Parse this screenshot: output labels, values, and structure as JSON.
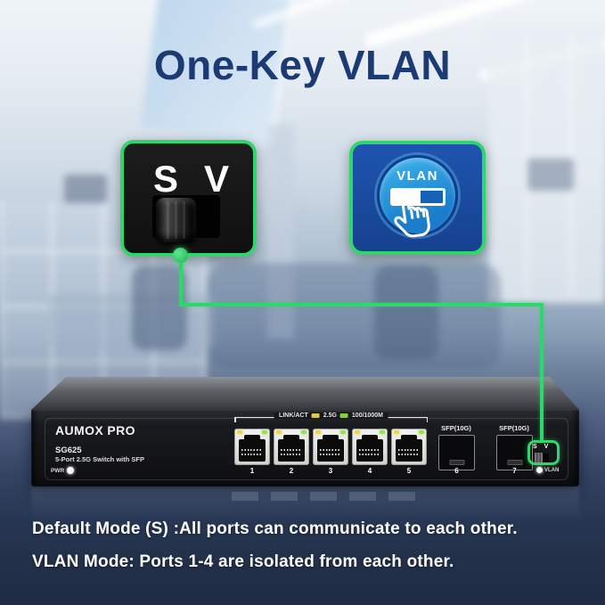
{
  "title": "One-Key VLAN",
  "colors": {
    "title": "#1c3a73",
    "accent_green": "#2fd669",
    "badge_blue": "#1e55b0",
    "circle_blue": "#2aa4e2",
    "panel_black": "#131417"
  },
  "callouts": {
    "mode_switch": {
      "left_label": "S",
      "right_label": "V"
    },
    "vlan_badge": {
      "label": "VLAN"
    }
  },
  "device": {
    "brand": "AUMOX PRO",
    "model": "SG625",
    "description": "5-Port 2.5G Switch with SFP",
    "pwr_label": "PWR",
    "legend": {
      "link_act": "LINK/ACT",
      "speed_a": "2.5G",
      "speed_b": "100/1000M"
    },
    "rj45_port_numbers": [
      "1",
      "2",
      "3",
      "4",
      "5"
    ],
    "sfp_ports": [
      {
        "label": "SFP(10G)",
        "number": "6"
      },
      {
        "label": "SFP(10G)",
        "number": "7"
      }
    ],
    "mode_switch": {
      "left_label": "S",
      "right_label": "V"
    },
    "vlan_led_label": "VLAN"
  },
  "captions": {
    "line1": "Default Mode (S) :All ports can communicate to each other.",
    "line2": "VLAN Mode: Ports 1-4 are isolated from each other."
  }
}
